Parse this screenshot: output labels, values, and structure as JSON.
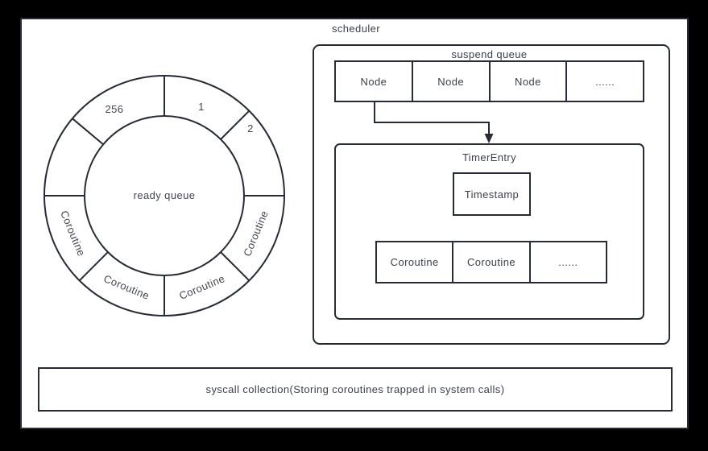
{
  "colors": {
    "background": "#000000",
    "panel": "#ffffff",
    "line": "#262b34",
    "text": "#3a3f47"
  },
  "scheduler": {
    "label": "scheduler",
    "suspend_queue": {
      "label": "suspend queue",
      "nodes": [
        "Node",
        "Node",
        "Node",
        "......"
      ]
    },
    "timer_entry": {
      "label": "TimerEntry",
      "timestamp_label": "Timestamp",
      "slots": [
        "Coroutine",
        "Coroutine",
        "......"
      ]
    }
  },
  "ready_queue": {
    "center_label": "ready queue",
    "index_labels": {
      "i256": "256",
      "i1": "1",
      "i2": "2"
    },
    "coroutines": [
      "Coroutine",
      "Coroutine",
      "Coroutine",
      "Coroutine"
    ]
  },
  "syscall": {
    "label": "syscall collection(Storing coroutines trapped in system calls)"
  }
}
